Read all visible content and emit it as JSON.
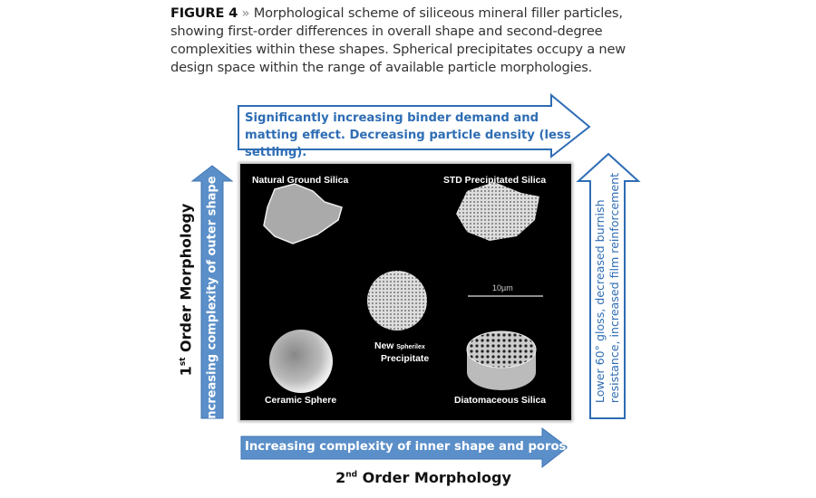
{
  "caption": {
    "label": "FIGURE 4",
    "separator": "»",
    "text": "Morphological scheme of siliceous mineral filler particles, showing first-order differences in overall shape and second-degree complexities within these shapes. Spherical precipitates occupy a new design space within the range of available particle morphologies."
  },
  "arrows": {
    "top": "Significantly increasing binder demand and matting effect. Decreasing particle density (less settling).",
    "left": "Increasing  complexity of outer shape",
    "right_line1": "Lower 60° gloss, decreased burnish",
    "right_line2": "resistance, increased film reinforcement",
    "bottom": "Increasing complexity of inner shape and porosity"
  },
  "axes": {
    "y_prefix": "1",
    "y_sup": "st",
    "y_label": " Order Morphology",
    "x_prefix": "2",
    "x_sup": "nd",
    "x_label": " Order Morphology"
  },
  "panel": {
    "natural_ground": "Natural Ground Silica",
    "std_precipitated": "STD Precipitated Silica",
    "new_line1": "New",
    "new_brand": "Spherilex",
    "new_line2": "Precipitate",
    "ceramic": "Ceramic Sphere",
    "diatomaceous": "Diatomaceous Silica",
    "scale": "10µm"
  },
  "colors": {
    "blue": "#2e6db4",
    "fill": "#5b8fc9"
  }
}
